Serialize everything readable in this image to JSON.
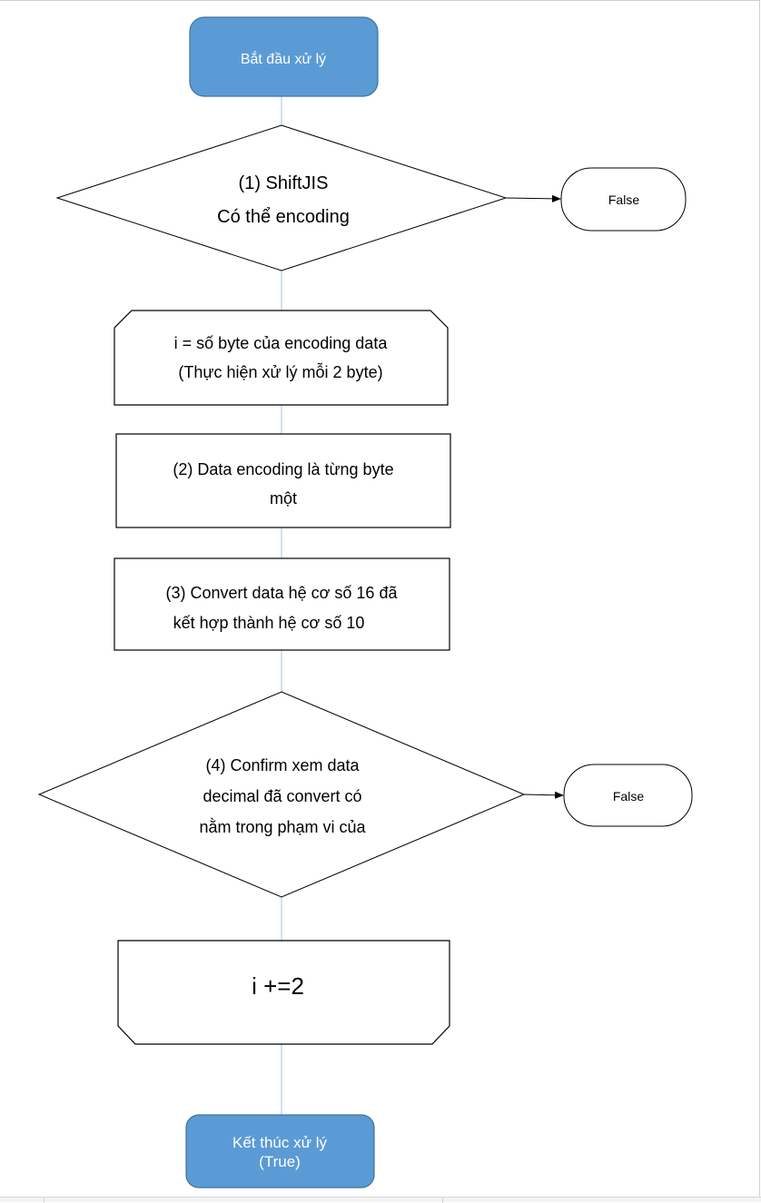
{
  "flowchart": {
    "start": {
      "label": "Bắt đầu xử lý"
    },
    "decision1": {
      "lines": [
        "(1) ShiftJIS",
        "Có thể encoding"
      ]
    },
    "false1": {
      "label": "False"
    },
    "loop_start": {
      "lines": [
        "i = số byte của encoding data",
        "(Thực hiện xử lý mỗi 2 byte)"
      ]
    },
    "step2": {
      "lines": [
        "(2) Data encoding là từng byte",
        "một"
      ]
    },
    "step3": {
      "lines": [
        "(3) Convert data hệ cơ số 16 đã",
        "kết hợp thành hệ cơ số 10"
      ]
    },
    "decision4": {
      "lines": [
        "(4) Confirm xem data",
        "decimal đã convert có",
        "nằm trong phạm vi của"
      ]
    },
    "false2": {
      "label": "False"
    },
    "loop_end": {
      "label": "i +=2"
    },
    "end": {
      "lines": [
        "Kết thúc xử lý",
        "(True)"
      ]
    }
  },
  "colors": {
    "terminal_fill": "#5b9bd5",
    "terminal_stroke": "#41719c",
    "connector": "#9dc3e6",
    "shape_stroke": "#000000",
    "arrow": "#000000"
  }
}
